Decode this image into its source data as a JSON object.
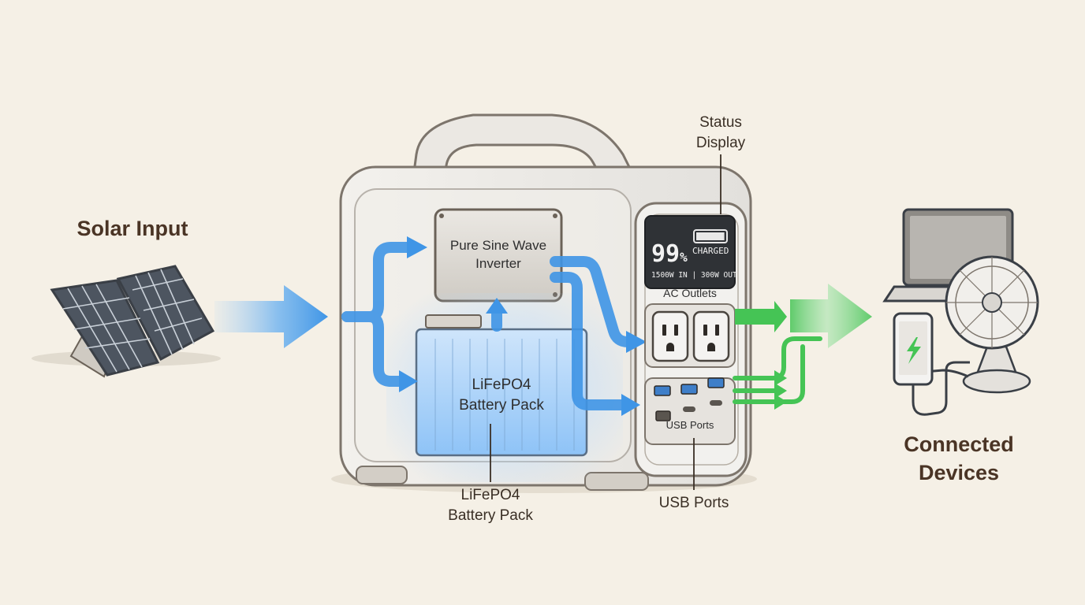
{
  "labels": {
    "solar_input": "Solar Input",
    "connected_devices": [
      "Connected",
      "Devices"
    ],
    "status_display": [
      "Status",
      "Display"
    ],
    "inverter": [
      "Pure Sine Wave",
      "Inverter"
    ],
    "battery_inside": [
      "LiFePO4",
      "Battery Pack"
    ],
    "battery_callout": [
      "LiFePO4",
      "Battery Pack"
    ],
    "ac_outlets": "AC Outlets",
    "usb_ports_panel": "USB Ports",
    "usb_ports_callout": "USB Ports"
  },
  "display": {
    "percent": "99",
    "percent_sign": "%",
    "status": "CHARGED",
    "power_readout": "1500W IN | 300W OUT",
    "battery_level": 0.99
  },
  "colors": {
    "background": "#f5f0e6",
    "input_flow": "#3f95e6",
    "output_flow": "#45c455",
    "battery_glow": "#8ec3f7",
    "unit_body": "#eceae6",
    "label_text": "#4a3425"
  },
  "icons": [
    "solar-panel-icon",
    "laptop-icon",
    "phone-icon",
    "fan-icon",
    "charging-bolt-icon"
  ]
}
